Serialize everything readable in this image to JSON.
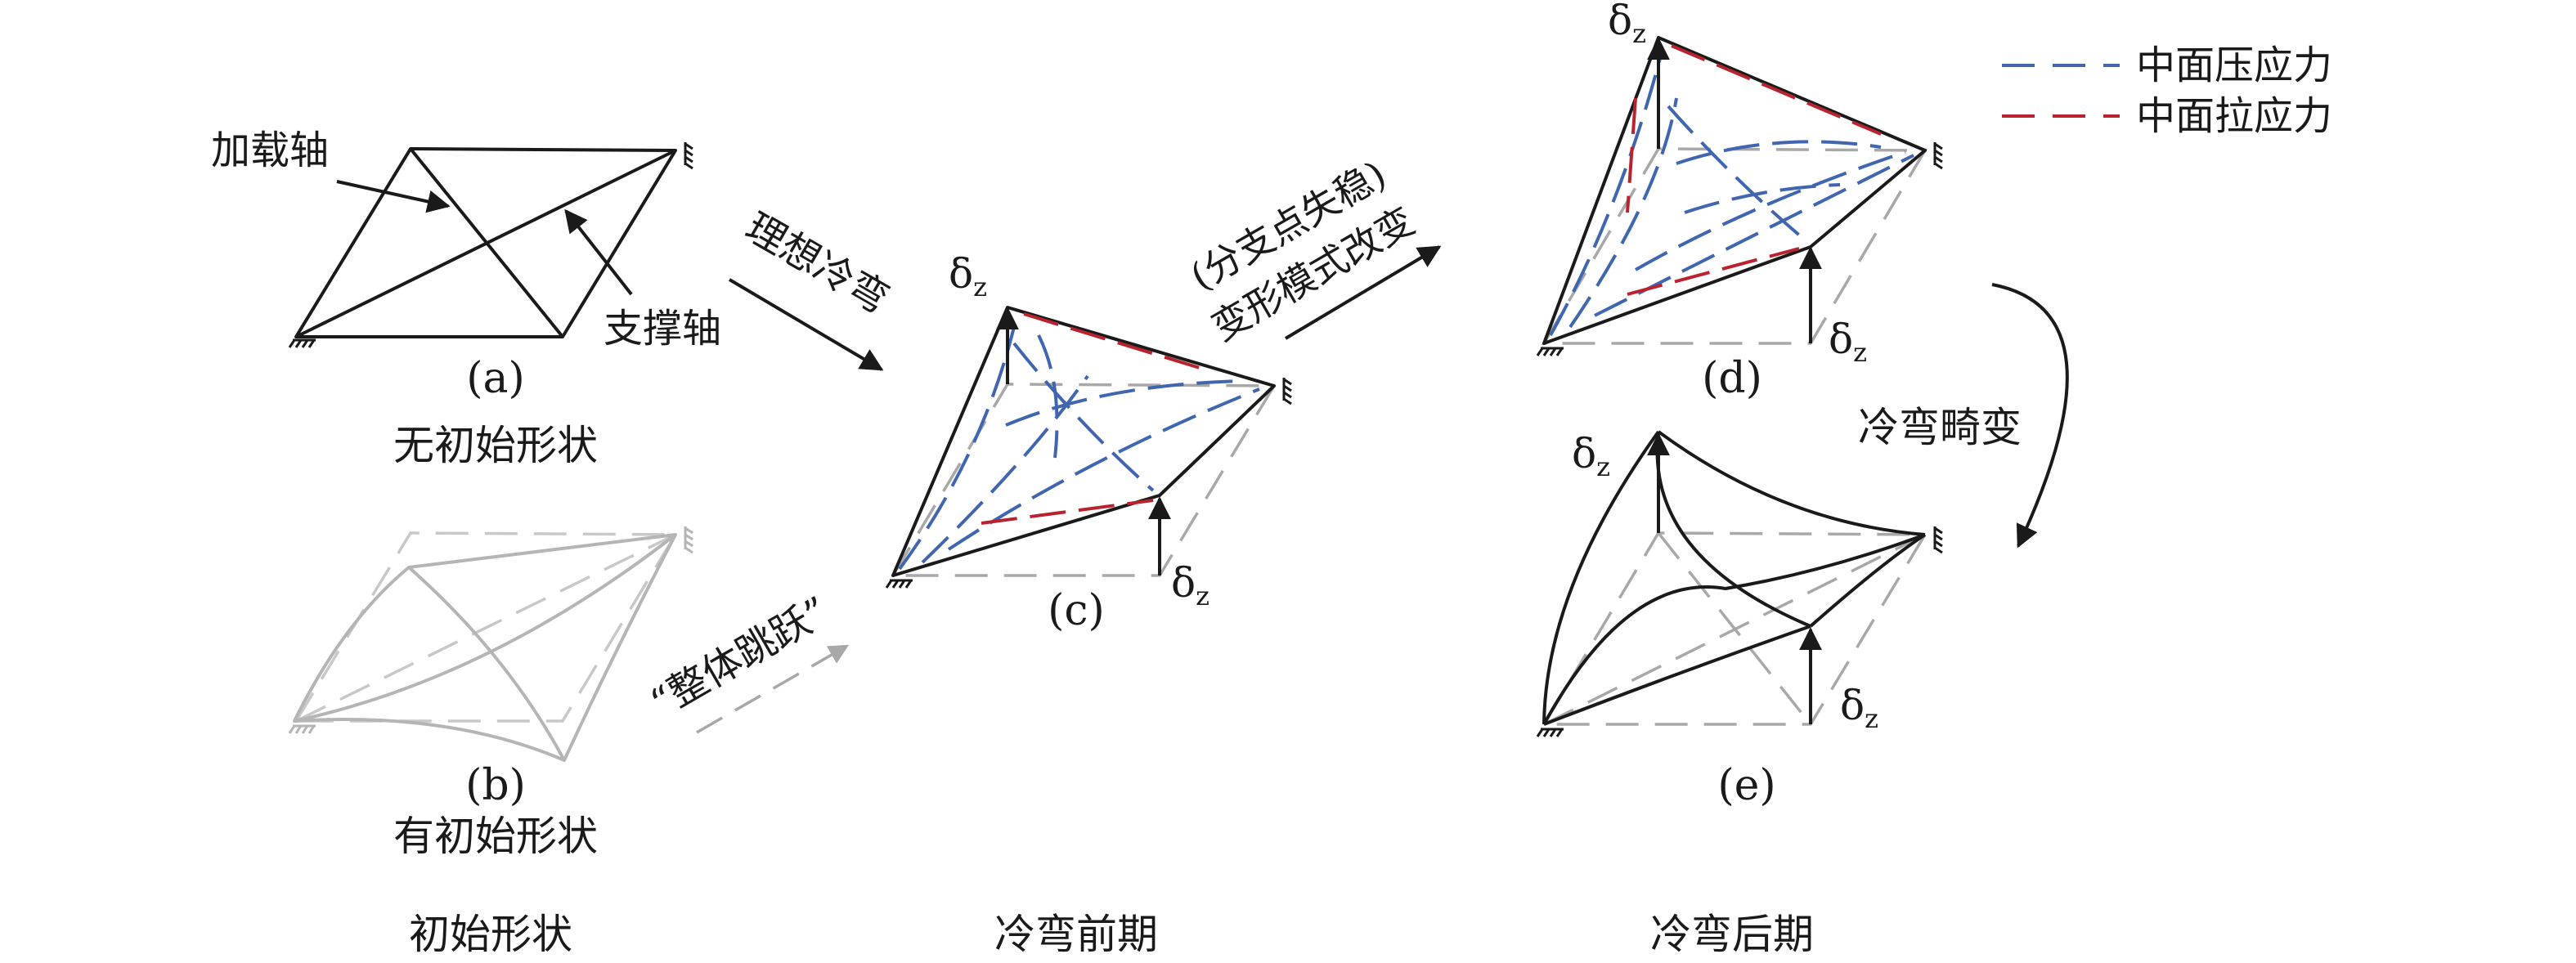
{
  "labels": {
    "loading_axis": "加载轴",
    "support_axis": "支撑轴",
    "ideal_cold_bend": "理想冷弯",
    "bifurcation_line1": "(分支点失稳)",
    "bifurcation_line2": "变形模式改变",
    "global_snap": "“整体跳跃”",
    "cold_bend_distortion": "冷弯畸变",
    "delta_base": "δ",
    "delta_sub": "z"
  },
  "panels": {
    "a": {
      "tag": "(a)",
      "caption": "无初始形状"
    },
    "b": {
      "tag": "(b)",
      "caption": "有初始形状"
    },
    "c": {
      "tag": "(c)"
    },
    "d": {
      "tag": "(d)"
    },
    "e": {
      "tag": "(e)"
    }
  },
  "stages": {
    "initial": "初始形状",
    "early": "冷弯前期",
    "late": "冷弯后期"
  },
  "legend": {
    "items": [
      {
        "label": "中面压应力",
        "color": "#4066b0"
      },
      {
        "label": "中面拉应力",
        "color": "#b8232f"
      }
    ]
  },
  "colors": {
    "ink": "#1a1a1a",
    "compression": "#4066b0",
    "tension": "#b8232f",
    "guide": "#a8a8a8",
    "initial_shape": "#b5b5b5"
  }
}
